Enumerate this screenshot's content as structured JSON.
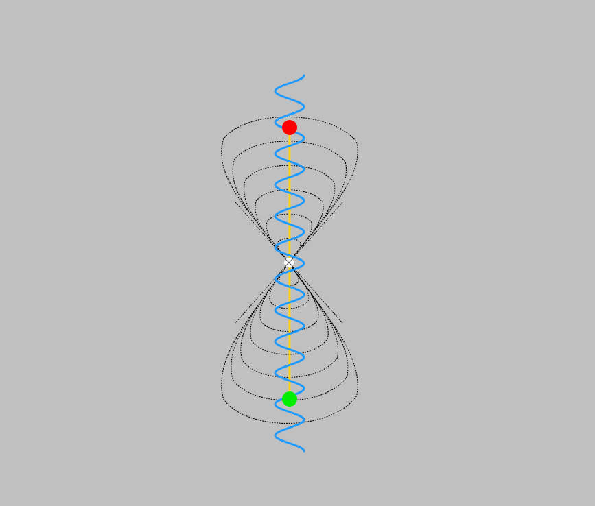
{
  "colors": {
    "background": "#c0c0c0",
    "wave": "#1f9bff",
    "axis": "#ffd21a",
    "top_point": "#ff0000",
    "bottom_point": "#00ee00",
    "center_marker": "#ffffff",
    "contours": "#000000"
  },
  "scene": {
    "wave_turns": 12,
    "upper_contour_count": 6,
    "lower_contour_count": 7
  }
}
